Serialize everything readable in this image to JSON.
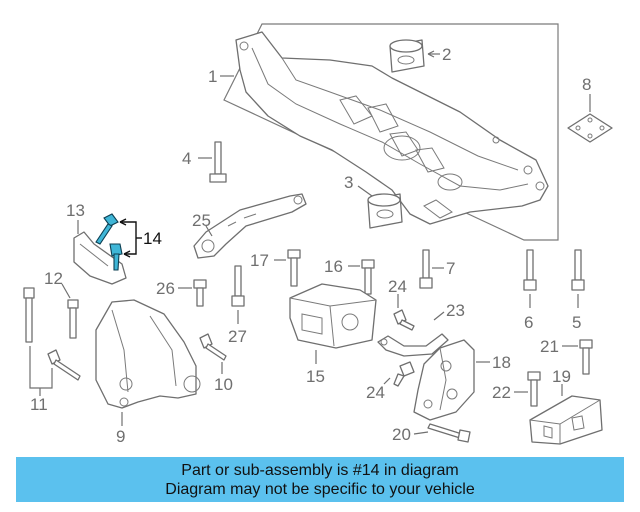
{
  "callouts": {
    "c1": "1",
    "c2": "2",
    "c3": "3",
    "c4": "4",
    "c5": "5",
    "c6": "6",
    "c7": "7",
    "c8": "8",
    "c9": "9",
    "c10": "10",
    "c11": "11",
    "c12": "12",
    "c13": "13",
    "c14": "14",
    "c15": "15",
    "c16": "16",
    "c17": "17",
    "c18": "18",
    "c19": "19",
    "c20": "20",
    "c21": "21",
    "c22": "22",
    "c23": "23",
    "c24a": "24",
    "c24b": "24",
    "c25": "25",
    "c26": "26",
    "c27": "27"
  },
  "highlight": {
    "part_number": "14",
    "color": "#3fb6d7"
  },
  "banner": {
    "line1": "Part or sub-assembly is #14 in diagram",
    "line2": "Diagram may not be specific to your vehicle",
    "background": "#5bc1ee"
  }
}
